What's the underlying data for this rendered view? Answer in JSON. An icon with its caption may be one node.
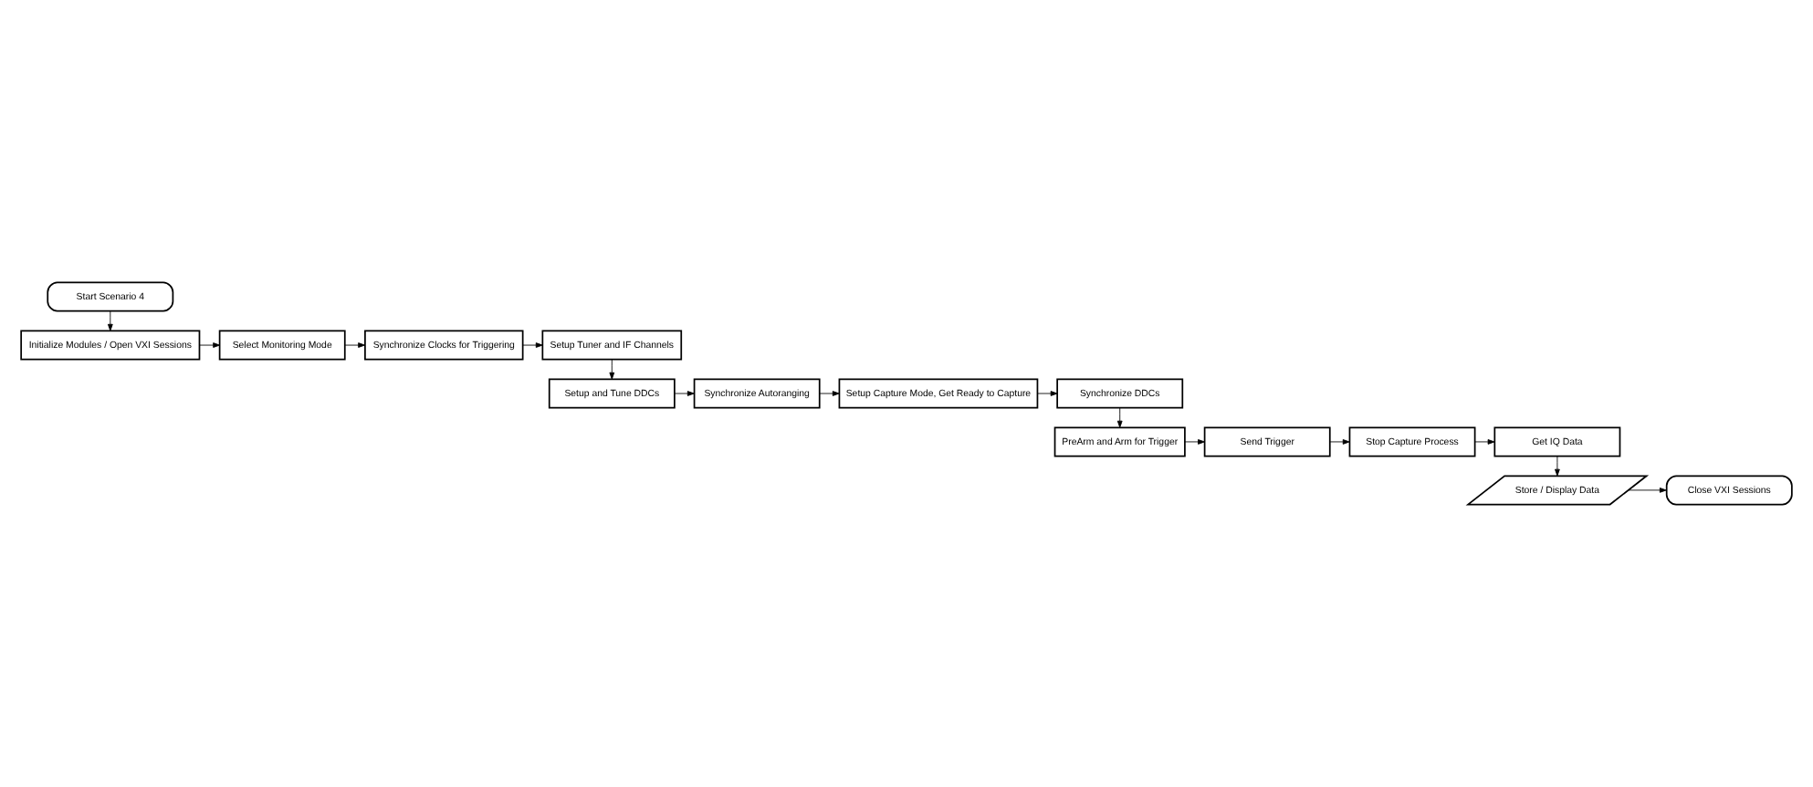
{
  "diagram": {
    "nodes": [
      {
        "text": [
          "Start Scenario 4"
        ]
      },
      {
        "text": [
          "Initialize Modules / Open VXI Sessions"
        ]
      },
      {
        "text": [
          "Select Monitoring Mode"
        ]
      },
      {
        "text": [
          "Synchronize Clocks for Triggering"
        ]
      },
      {
        "text": [
          "Setup Tuner and IF Channels"
        ]
      },
      {
        "text": [
          "Setup and Tune DDCs"
        ]
      },
      {
        "text": [
          "Synchronize Autoranging"
        ]
      },
      {
        "text": [
          "Setup Capture Mode, Get Ready to Capture"
        ]
      },
      {
        "text": [
          "Synchronize DDCs"
        ]
      },
      {
        "text": [
          "PreArm and Arm for Trigger"
        ]
      },
      {
        "text": [
          "Send Trigger"
        ]
      },
      {
        "text": [
          "Stop Capture Process"
        ]
      },
      {
        "text": [
          "Get IQ Data"
        ]
      },
      {
        "text": [
          "Store / Display Data"
        ]
      },
      {
        "text": [
          "Close VXI Sessions"
        ]
      }
    ],
    "edges": [
      {
        "from": 0,
        "to": 1,
        "arrow": "to"
      },
      {
        "from": 1,
        "to": 2,
        "arrow": "to"
      },
      {
        "from": 2,
        "to": 3,
        "arrow": "to"
      },
      {
        "from": 3,
        "to": 4,
        "arrow": "to"
      },
      {
        "from": 4,
        "to": 5,
        "arrow": "to"
      },
      {
        "from": 5,
        "to": 6,
        "arrow": "to"
      },
      {
        "from": 6,
        "to": 7,
        "arrow": "to"
      },
      {
        "from": 7,
        "to": 8,
        "arrow": "to"
      },
      {
        "from": 8,
        "to": 9,
        "arrow": "to"
      },
      {
        "from": 9,
        "to": 10,
        "arrow": "to"
      },
      {
        "from": 10,
        "to": 11,
        "arrow": "to"
      },
      {
        "from": 11,
        "to": 12,
        "arrow": "to"
      },
      {
        "from": 12,
        "to": 13,
        "arrow": "to"
      },
      {
        "from": 13,
        "to": 14,
        "arrow": "to"
      }
    ]
  }
}
